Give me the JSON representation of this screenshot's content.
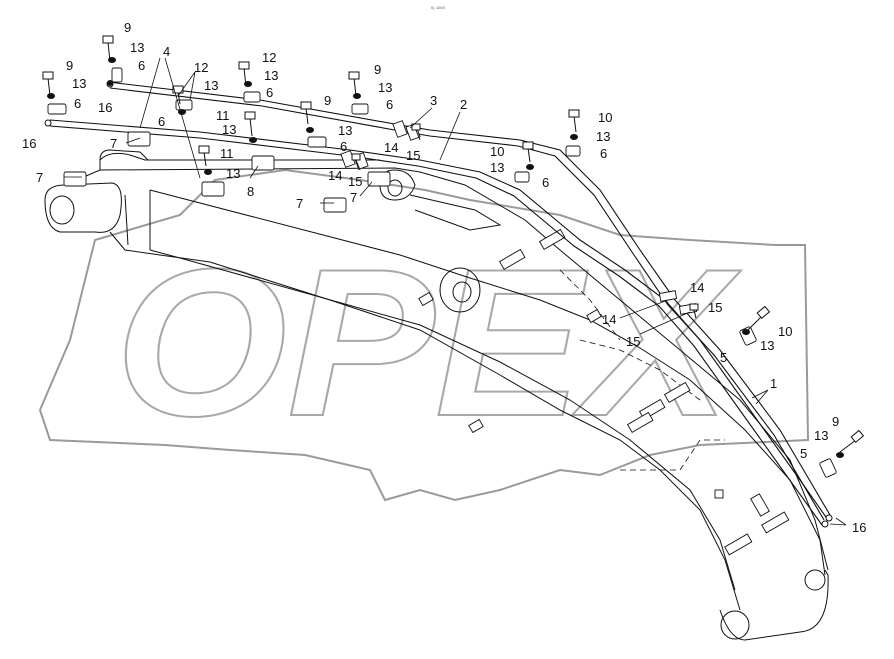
{
  "diagram": {
    "doc_code": "0₅ 1000",
    "watermark_text": "OPEX",
    "callouts": [
      {
        "id": "c01",
        "text": "9"
      },
      {
        "id": "c02",
        "text": "13"
      },
      {
        "id": "c03",
        "text": "4"
      },
      {
        "id": "c04",
        "text": "9"
      },
      {
        "id": "c05",
        "text": "6"
      },
      {
        "id": "c06",
        "text": "13"
      },
      {
        "id": "c07",
        "text": "6"
      },
      {
        "id": "c08",
        "text": "16"
      },
      {
        "id": "c09",
        "text": "12"
      },
      {
        "id": "c10",
        "text": "13"
      },
      {
        "id": "c11",
        "text": "12"
      },
      {
        "id": "c12",
        "text": "13"
      },
      {
        "id": "c13",
        "text": "6"
      },
      {
        "id": "c14",
        "text": "9"
      },
      {
        "id": "c15",
        "text": "13"
      },
      {
        "id": "c16",
        "text": "6"
      },
      {
        "id": "c17",
        "text": "3"
      },
      {
        "id": "c18",
        "text": "2"
      },
      {
        "id": "c19",
        "text": "9"
      },
      {
        "id": "c20",
        "text": "16"
      },
      {
        "id": "c21",
        "text": "7"
      },
      {
        "id": "c22",
        "text": "6"
      },
      {
        "id": "c23",
        "text": "11"
      },
      {
        "id": "c24",
        "text": "13"
      },
      {
        "id": "c25",
        "text": "13"
      },
      {
        "id": "c26",
        "text": "6"
      },
      {
        "id": "c27",
        "text": "14"
      },
      {
        "id": "c28",
        "text": "15"
      },
      {
        "id": "c29",
        "text": "10"
      },
      {
        "id": "c30",
        "text": "10"
      },
      {
        "id": "c31",
        "text": "13"
      },
      {
        "id": "c32",
        "text": "6"
      },
      {
        "id": "c33",
        "text": "11"
      },
      {
        "id": "c34",
        "text": "13"
      },
      {
        "id": "c35",
        "text": "7"
      },
      {
        "id": "c36",
        "text": "8"
      },
      {
        "id": "c37",
        "text": "14"
      },
      {
        "id": "c38",
        "text": "15"
      },
      {
        "id": "c39",
        "text": "7"
      },
      {
        "id": "c40",
        "text": "13"
      },
      {
        "id": "c41",
        "text": "6"
      },
      {
        "id": "c42",
        "text": "7"
      },
      {
        "id": "c43",
        "text": "14"
      },
      {
        "id": "c44",
        "text": "15"
      },
      {
        "id": "c45",
        "text": "14"
      },
      {
        "id": "c46",
        "text": "15"
      },
      {
        "id": "c47",
        "text": "10"
      },
      {
        "id": "c48",
        "text": "5"
      },
      {
        "id": "c49",
        "text": "13"
      },
      {
        "id": "c50",
        "text": "1"
      },
      {
        "id": "c51",
        "text": "9"
      },
      {
        "id": "c52",
        "text": "13"
      },
      {
        "id": "c53",
        "text": "5"
      },
      {
        "id": "c54",
        "text": "16"
      }
    ]
  }
}
